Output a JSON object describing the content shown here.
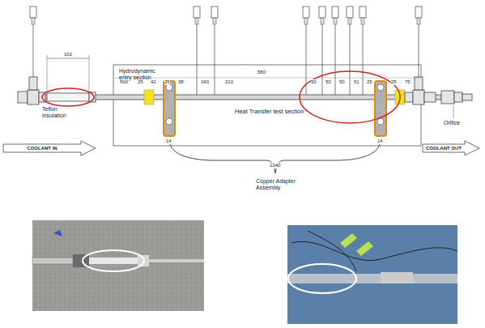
{
  "diagram": {
    "labels": [
      "Teflon insulation",
      "102",
      "Hydrodynamic entry section",
      "500",
      "25",
      "42",
      "25",
      "38",
      "160",
      "580",
      "210",
      "50",
      "50",
      "50",
      "51",
      "25",
      "25",
      "75",
      "Heat Transfer test section",
      "14",
      "14",
      "1340",
      "Copper Adapter Assembly",
      "Orifice",
      "COOLANT IN",
      "COOLANT OUT"
    ]
  }
}
